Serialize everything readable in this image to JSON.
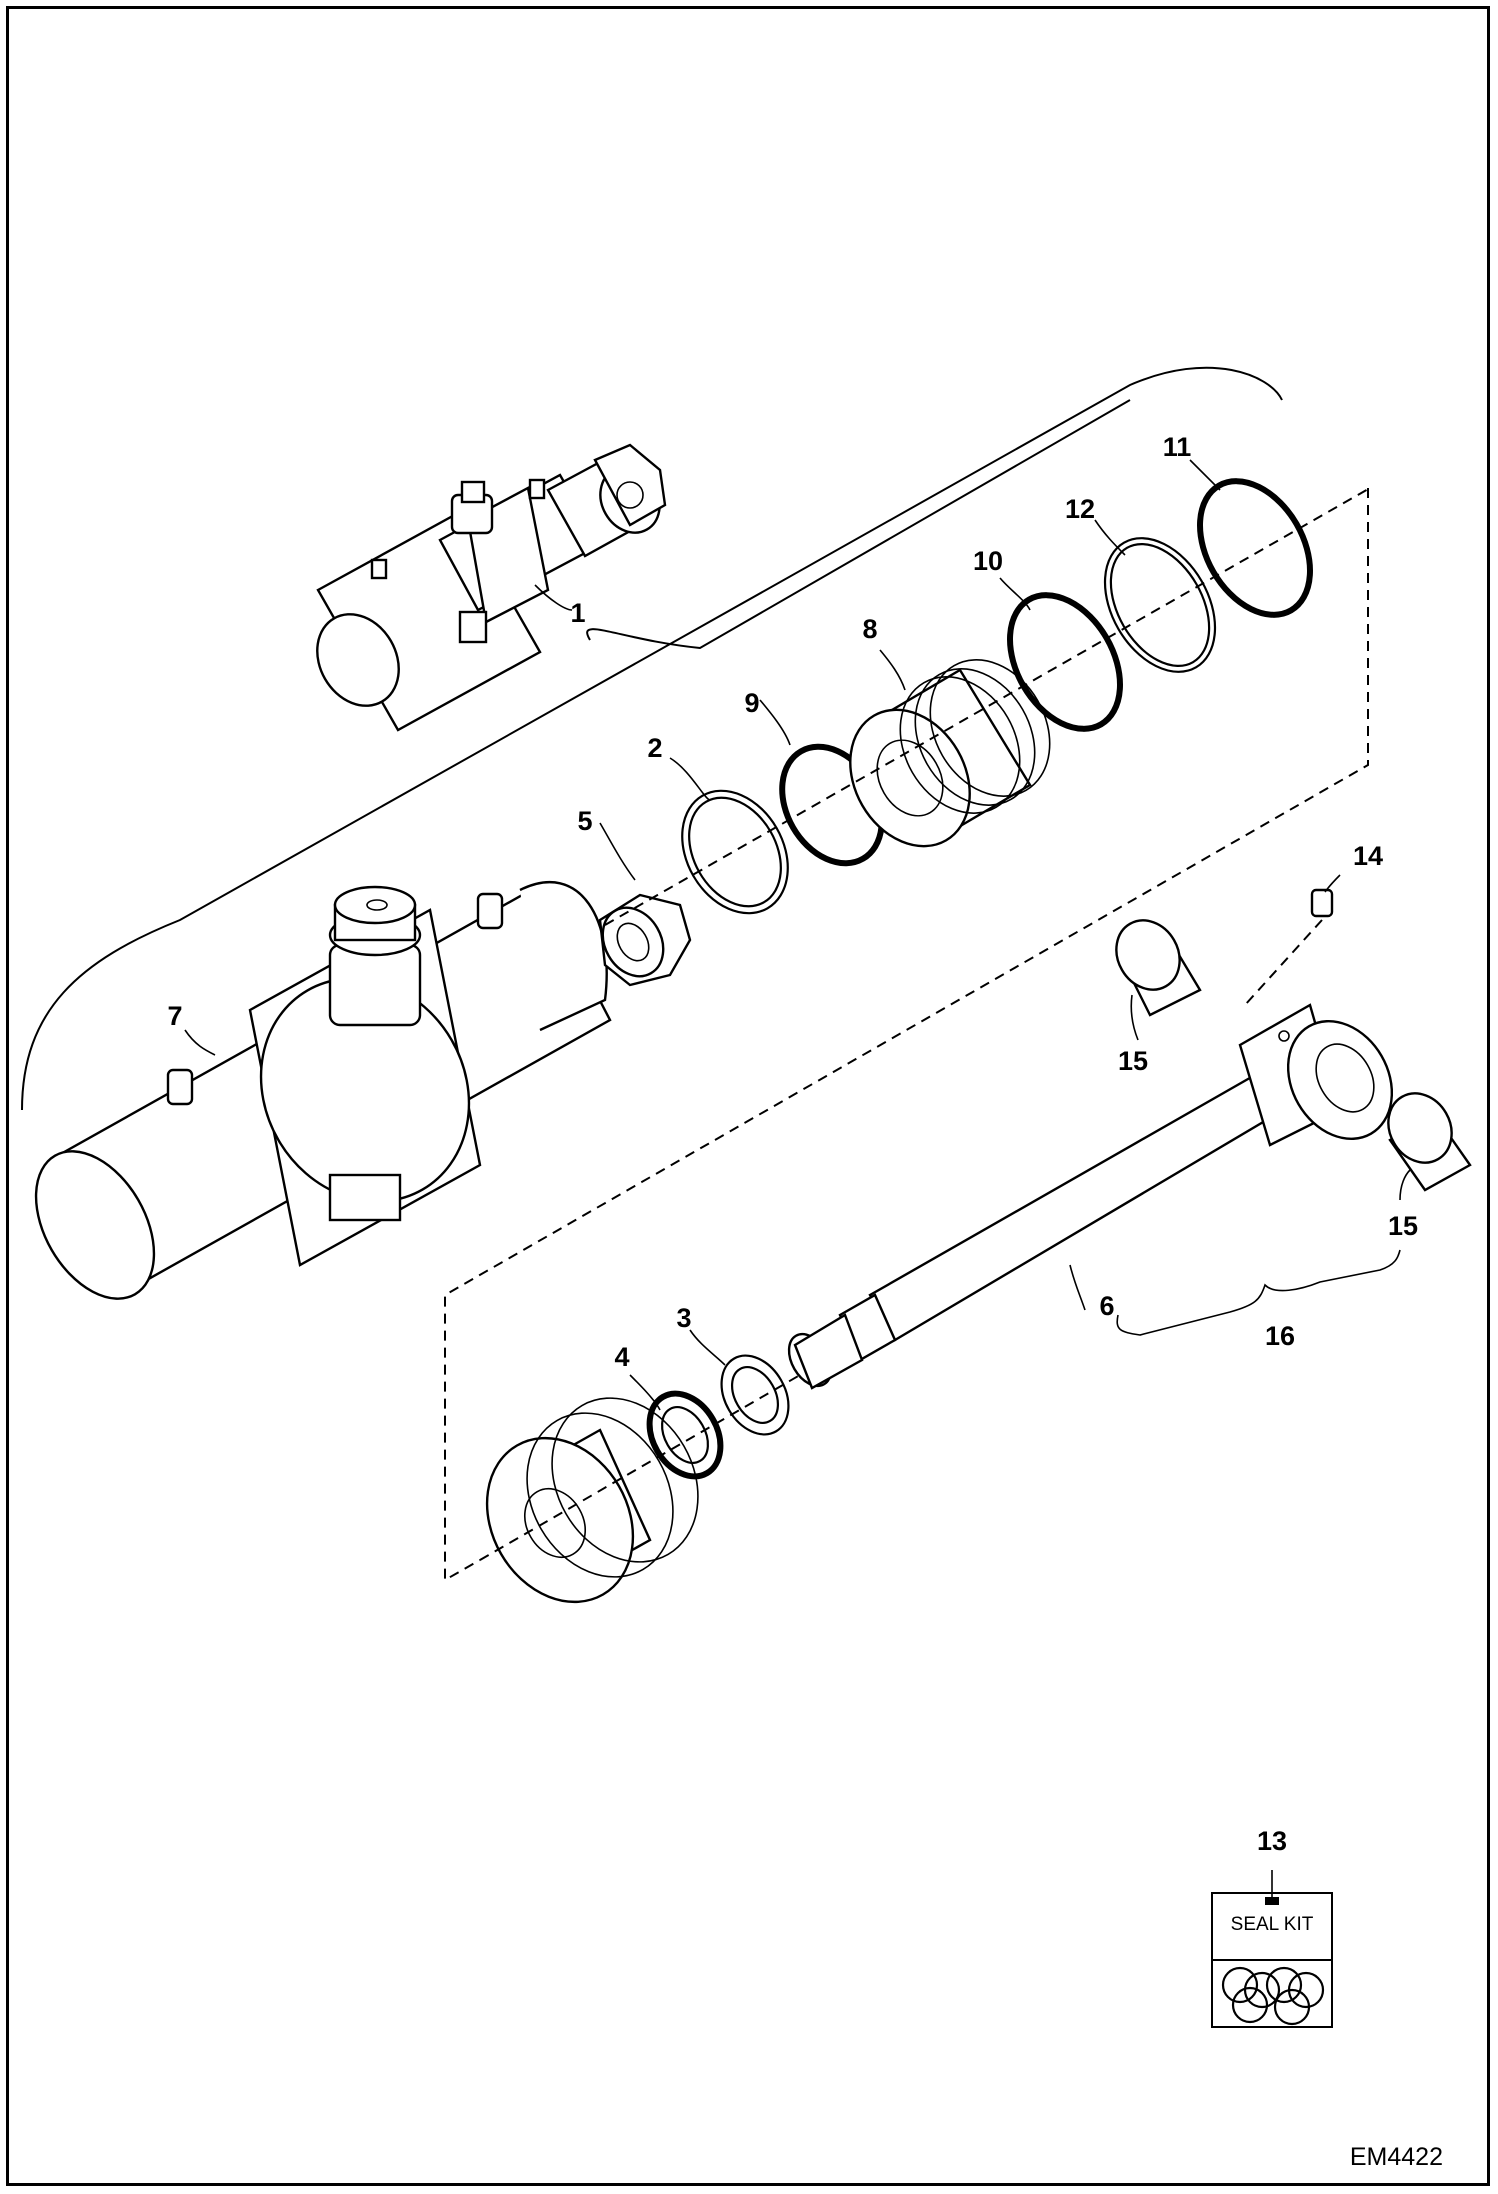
{
  "diagram_code": "EM4422",
  "seal_kit_label": "SEAL KIT",
  "callouts": [
    {
      "id": "1",
      "label": "1"
    },
    {
      "id": "2",
      "label": "2"
    },
    {
      "id": "3",
      "label": "3"
    },
    {
      "id": "4",
      "label": "4"
    },
    {
      "id": "5",
      "label": "5"
    },
    {
      "id": "6",
      "label": "6"
    },
    {
      "id": "7",
      "label": "7"
    },
    {
      "id": "8",
      "label": "8"
    },
    {
      "id": "9",
      "label": "9"
    },
    {
      "id": "10",
      "label": "10"
    },
    {
      "id": "11",
      "label": "11"
    },
    {
      "id": "12",
      "label": "12"
    },
    {
      "id": "13",
      "label": "13"
    },
    {
      "id": "14",
      "label": "14"
    },
    {
      "id": "15a",
      "label": "15"
    },
    {
      "id": "15b",
      "label": "15"
    },
    {
      "id": "16",
      "label": "16"
    }
  ]
}
